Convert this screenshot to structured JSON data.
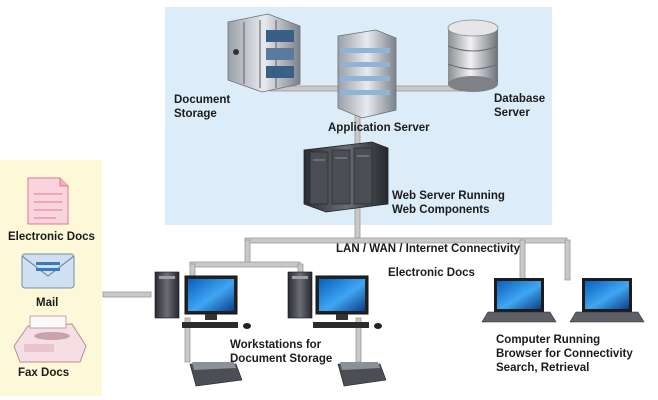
{
  "colors": {
    "server_zone_bg": "#dcecf8",
    "input_panel_bg": "#fdf8d8",
    "connector": "#c8c8c8",
    "connector_edge": "#9a9a9a"
  },
  "server_zone": {
    "document_storage": [
      "Document",
      "Storage"
    ],
    "application_server": "Application Server",
    "database_server": [
      "Database",
      "Server"
    ],
    "web_server": [
      "Web Server Running",
      "Web Components"
    ]
  },
  "network": {
    "lan_label": "LAN / WAN / Internet Connectivity",
    "electronic_docs_label": "Electronic Docs"
  },
  "inputs": {
    "electronic_docs": "Electronic Docs",
    "mail": "Mail",
    "fax_docs": "Fax Docs"
  },
  "workstations": {
    "label": [
      "Workstations for",
      "Document Storage"
    ]
  },
  "browser_clients": {
    "label": [
      "Computer Running",
      "Browser for Connectivity",
      "Search, Retrieval"
    ]
  },
  "icons": [
    "document-storage-icon",
    "application-server-icon",
    "database-server-icon",
    "web-server-rack-icon",
    "electronic-doc-icon",
    "mail-envelope-icon",
    "fax-machine-icon",
    "workstation-tower-icon",
    "monitor-icon",
    "keyboard-icon",
    "scanner-icon",
    "laptop-icon"
  ]
}
